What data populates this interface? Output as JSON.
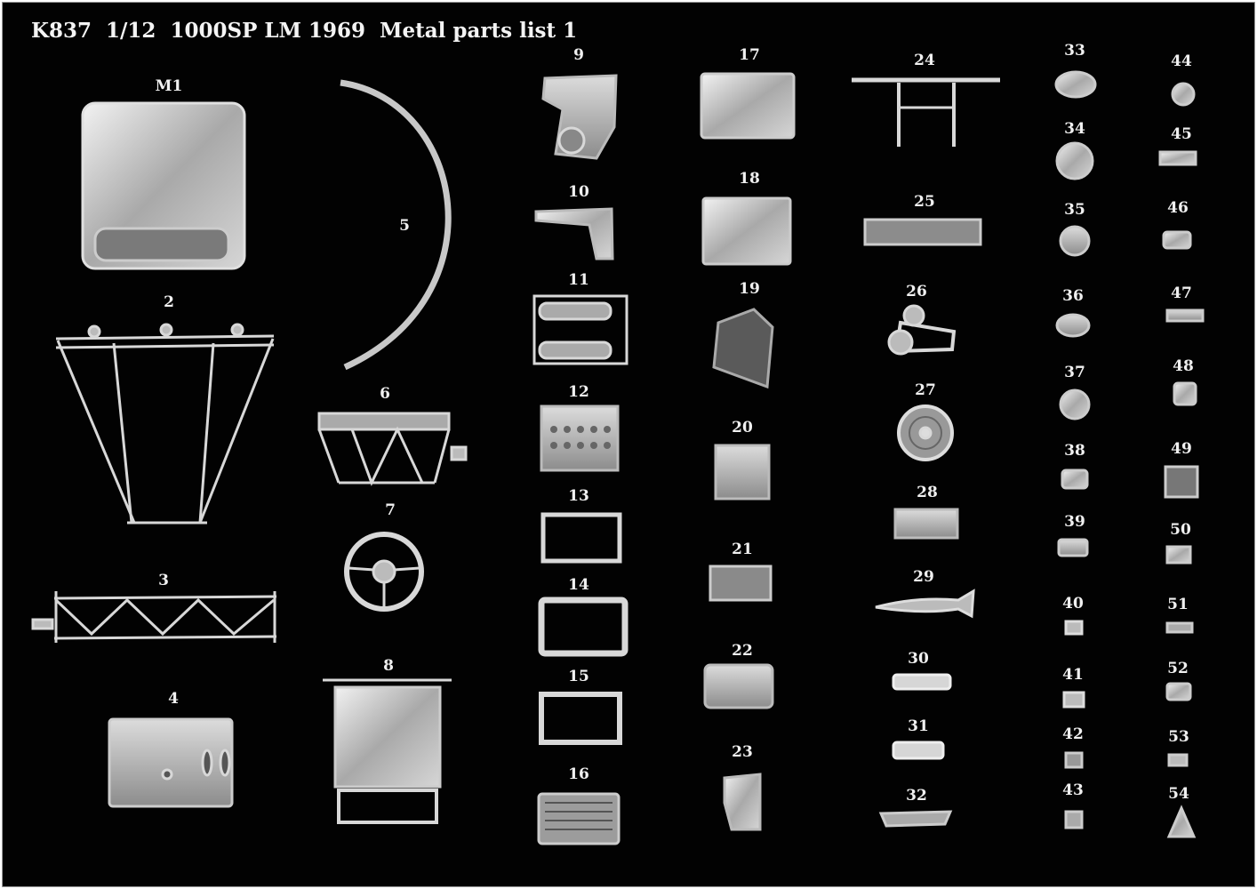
{
  "title": "K837  1/12  1000SP LM 1969  Metal parts list 1",
  "colors": {
    "background": "#020202",
    "metal": "#cfcfcf",
    "text": "#f0f0f0"
  },
  "labels": [
    "M1",
    "2",
    "3",
    "4",
    "5",
    "6",
    "7",
    "8",
    "9",
    "10",
    "11",
    "12",
    "13",
    "14",
    "15",
    "16",
    "17",
    "18",
    "19",
    "20",
    "21",
    "22",
    "23",
    "24",
    "25",
    "26",
    "27",
    "28",
    "29",
    "30",
    "31",
    "32",
    "33",
    "34",
    "35",
    "36",
    "37",
    "38",
    "39",
    "40",
    "41",
    "42",
    "43",
    "44",
    "45",
    "46",
    "47",
    "48",
    "49",
    "50",
    "51",
    "52",
    "53",
    "54"
  ]
}
